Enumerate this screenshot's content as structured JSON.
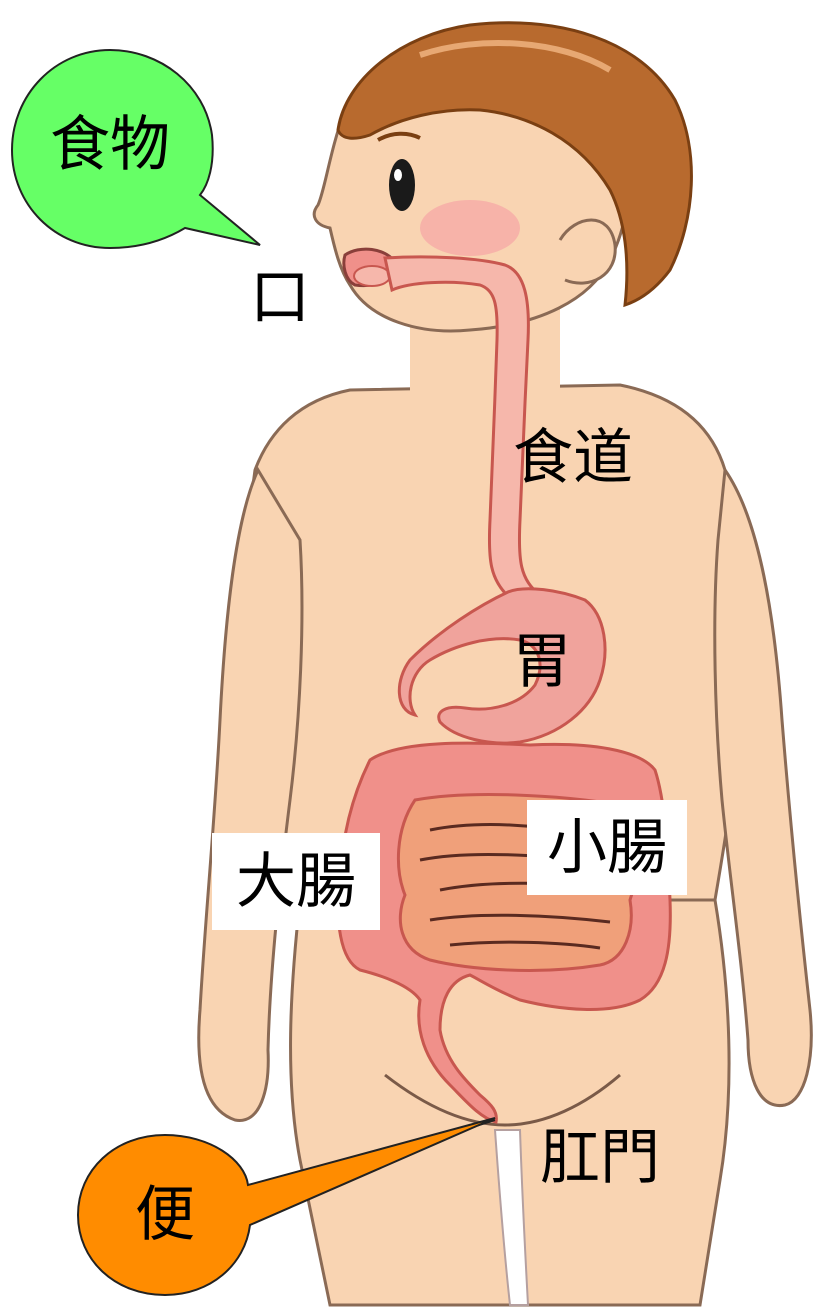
{
  "labels": {
    "food": "食物",
    "mouth": "口",
    "esophagus": "食道",
    "stomach": "胃",
    "small_intestine": "小腸",
    "large_intestine": "大腸",
    "anus": "肛門",
    "stool": "便"
  },
  "colors": {
    "skin": "#f9d4b2",
    "skin_shadow": "#f1b98f",
    "hair": "#b86a2e",
    "hair_dark": "#7a3f12",
    "organ": "#f0908a",
    "organ_light": "#f6b7ab",
    "organ_outline": "#c8574f",
    "small_intestine": "#f0a07a",
    "bubble_food": "#66ff66",
    "bubble_stool": "#ff8c00",
    "cheek": "#f7a5a5"
  },
  "icons": [
    "speech-bubble",
    "speech-bubble"
  ]
}
